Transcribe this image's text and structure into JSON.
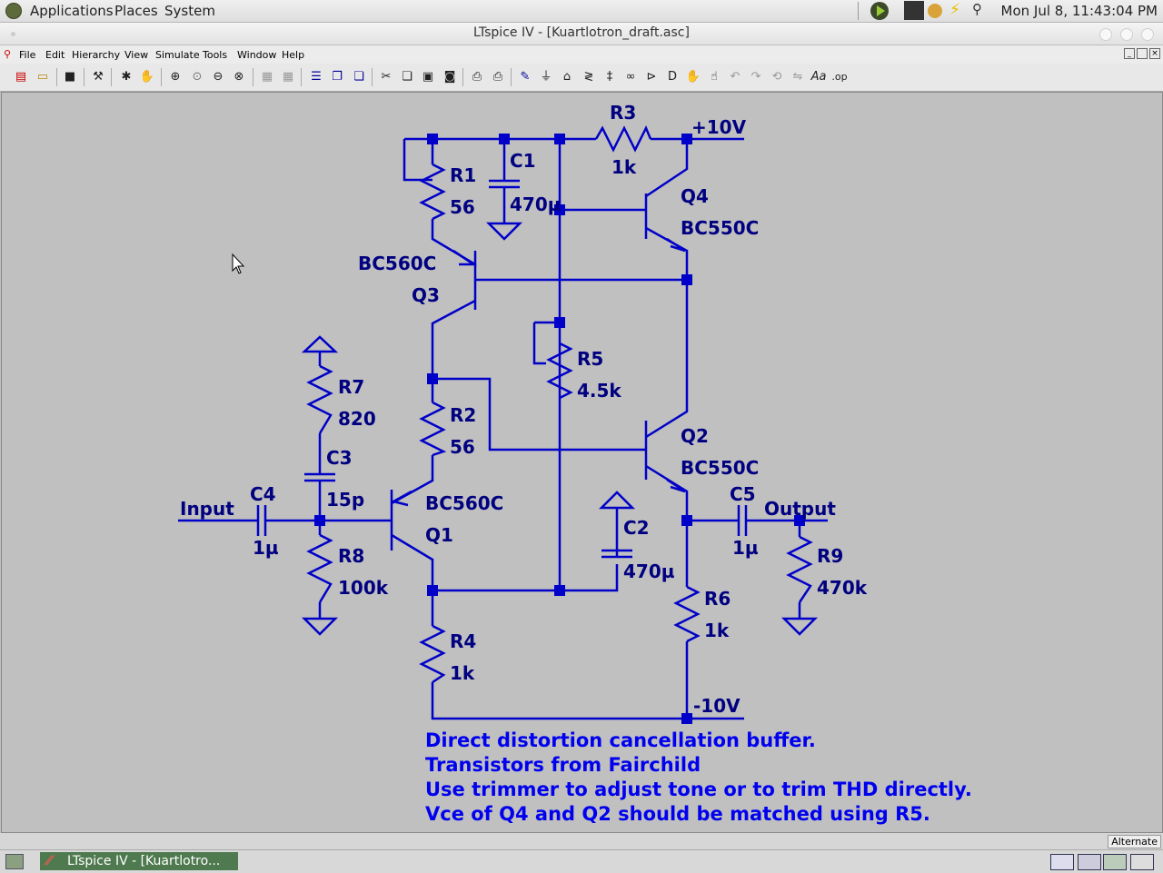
{
  "top_panel": {
    "menu": [
      "Applications",
      "Places",
      "System"
    ],
    "clock": "Mon Jul  8, 11:43:04 PM"
  },
  "window": {
    "title": "LTspice IV - [Kuartlotron_draft.asc]"
  },
  "menubar": {
    "items": [
      "File",
      "Edit",
      "Hierarchy",
      "View",
      "Simulate",
      "Tools",
      "Window",
      "Help"
    ]
  },
  "schematic": {
    "net_labels": {
      "pos_supply": "+10V",
      "neg_supply": "-10V",
      "input": "Input",
      "output": "Output"
    },
    "components": [
      {
        "ref": "R1",
        "value": "56"
      },
      {
        "ref": "R2",
        "value": "56"
      },
      {
        "ref": "R3",
        "value": "1k"
      },
      {
        "ref": "R4",
        "value": "1k"
      },
      {
        "ref": "R5",
        "value": "4.5k"
      },
      {
        "ref": "R6",
        "value": "1k"
      },
      {
        "ref": "R7",
        "value": "820"
      },
      {
        "ref": "R8",
        "value": "100k"
      },
      {
        "ref": "R9",
        "value": "470k"
      },
      {
        "ref": "C1",
        "value": "470µ"
      },
      {
        "ref": "C2",
        "value": "470µ"
      },
      {
        "ref": "C3",
        "value": "15p"
      },
      {
        "ref": "C4",
        "value": "1µ"
      },
      {
        "ref": "C5",
        "value": "1µ"
      },
      {
        "ref": "Q1",
        "value": "BC560C"
      },
      {
        "ref": "Q2",
        "value": "BC550C"
      },
      {
        "ref": "Q3",
        "value": "BC560C"
      },
      {
        "ref": "Q4",
        "value": "BC550C"
      }
    ],
    "notes": [
      "Direct distortion cancellation buffer.",
      "Transistors from Fairchild",
      "Use trimmer to adjust tone or to trim THD directly.",
      "Vce of Q4 and Q2 should be matched using R5."
    ]
  },
  "statusbar": {
    "mode": "Alternate"
  },
  "taskbar": {
    "task": "LTspice IV - [Kuartlotro..."
  }
}
